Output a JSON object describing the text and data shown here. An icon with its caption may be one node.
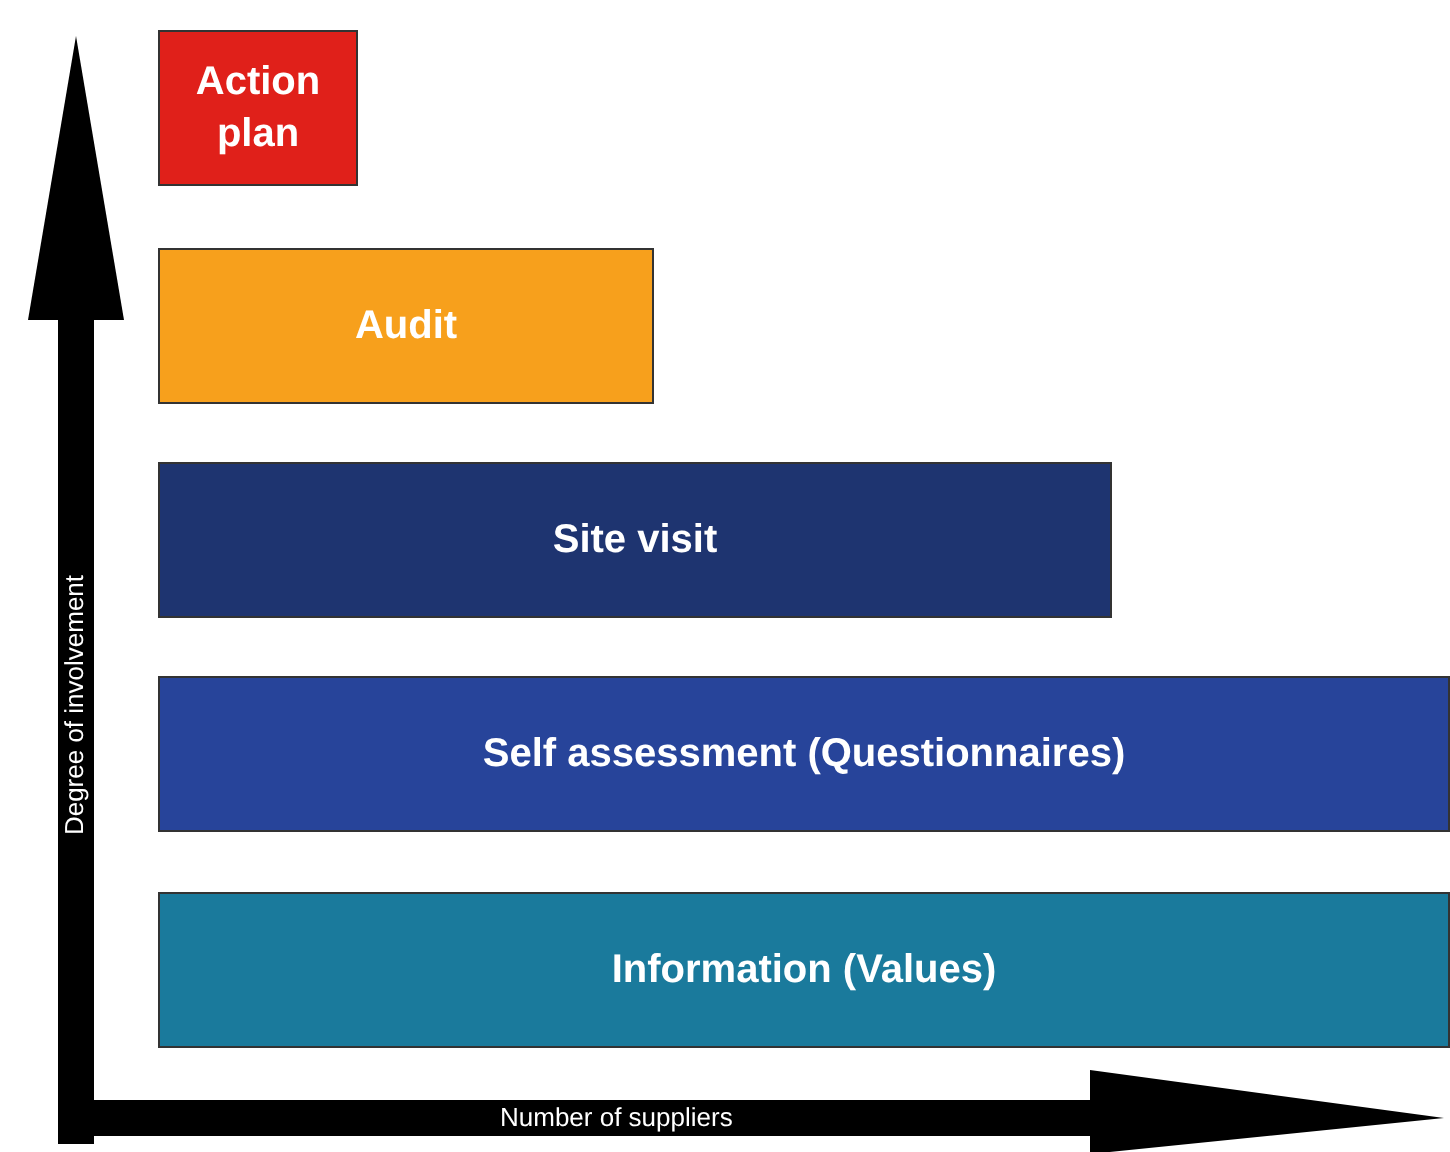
{
  "diagram": {
    "nodes": [
      {
        "text": [
          "Action plan"
        ]
      },
      {
        "text": [
          "Audit"
        ]
      },
      {
        "text": [
          "Site visit"
        ]
      },
      {
        "text": [
          "Self assessment (Questionnaires)"
        ]
      },
      {
        "text": [
          "Information (Values)"
        ]
      }
    ],
    "labels": [
      "Degree of involvement",
      "Number of suppliers"
    ]
  }
}
